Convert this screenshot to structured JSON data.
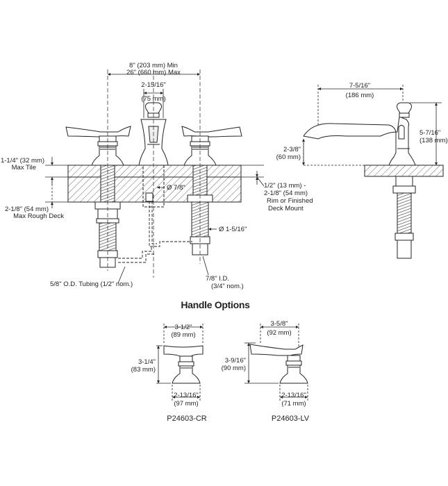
{
  "front_view": {
    "spread_min": "8\" (203 mm) Min",
    "spread_max": "26\" (660 mm) Max",
    "spout_width": "2-15/16\"",
    "spout_width_mm": "(75 mm)",
    "max_tile": "1-1/4\" (32 mm)",
    "max_tile_label": "Max Tile",
    "diameter_top": "Ø 7/8\"",
    "rim_line1": "1/2\" (13 mm) -",
    "rim_line2": "2-1/8\" (54 mm)",
    "rim_line3": "Rim or Finished",
    "rim_line4": "Deck Mount",
    "max_rough": "2-1/8\" (54 mm)",
    "max_rough_label": "Max Rough Deck",
    "diameter_shank": "Ø 1-5/16\"",
    "tubing": "5/8\" O.D. Tubing (1/2\" nom.)",
    "id_line1": "7/8\" I.D.",
    "id_line2": "(3/4\" nom.)"
  },
  "side_view": {
    "reach": "7-5/16\"",
    "reach_mm": "(186 mm)",
    "height": "5-7/16\"",
    "height_mm": "(138 mm)",
    "spout_height": "2-3/8\"",
    "spout_height_mm": "(60 mm)"
  },
  "handle_options": {
    "title": "Handle Options",
    "cr": {
      "width": "3-1/2\"",
      "width_mm": "(89 mm)",
      "height": "3-1/4\"",
      "height_mm": "(83 mm)",
      "base": "2-13/16\"",
      "base_mm": "(97 mm)",
      "model": "P24603-CR"
    },
    "lv": {
      "width": "3-5/8\"",
      "width_mm": "(92 mm)",
      "height": "3-9/16\"",
      "height_mm": "(90 mm)",
      "base": "2-13/16\"",
      "base_mm": "(71 mm)",
      "model": "P24603-LV"
    }
  }
}
